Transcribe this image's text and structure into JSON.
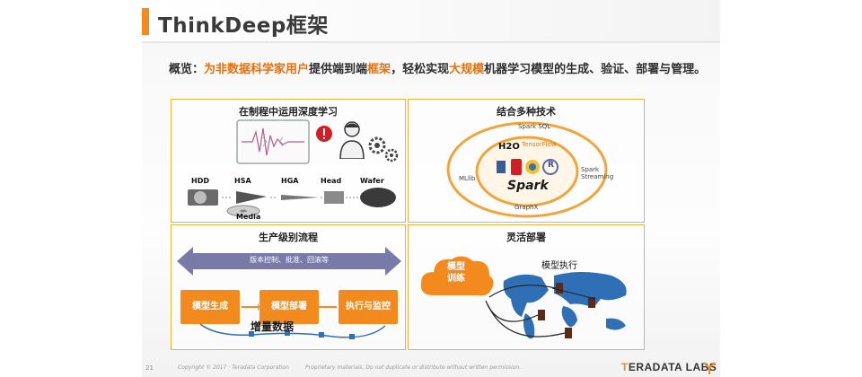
{
  "slide": {
    "title": "ThinkDeep框架",
    "overview": [
      {
        "text": "概览：",
        "hl": false
      },
      {
        "text": "为非数据科学家用户",
        "hl": true
      },
      {
        "text": "提供端到端",
        "hl": false
      },
      {
        "text": "框架",
        "hl": true
      },
      {
        "text": "，轻松实现",
        "hl": false
      },
      {
        "text": "大规模",
        "hl": true
      },
      {
        "text": "机器学习模型的生成、验证、部署与管理。",
        "hl": false
      }
    ]
  },
  "panels": {
    "manufacturing": {
      "title": "在制程中运用深度学习",
      "parts": [
        "HDD",
        "HSA",
        "HGA",
        "Head",
        "Wafer"
      ],
      "media": "Media"
    },
    "tech": {
      "title": "结合多种技术",
      "items": {
        "spark_sql": "Spark SQL",
        "h2o": "H2O",
        "tensorflow": "TensorFlow",
        "mllib": "MLlib",
        "streaming": "Spark Streaming",
        "spark": "Spark",
        "graphx": "GraphX",
        "r": "R"
      }
    },
    "process": {
      "title": "生产级别流程",
      "band_text": "版本控制、批准、回滚等",
      "steps": [
        "模型生成",
        "模型部署",
        "执行与监控"
      ],
      "handwriting": "增量数据"
    },
    "deploy": {
      "title": "灵活部署",
      "cloud_label_line1": "模型",
      "cloud_label_line2": "训练",
      "exec_label": "模型执行"
    }
  },
  "footer": {
    "page_number": "21",
    "copyright": "Copyright © 2017 · Teradata Corporation",
    "proprietary": "Proprietary materials. Do not duplicate or distribute without written permission.",
    "logo_prefix": "T",
    "logo_rest": "ERADATA LABS"
  },
  "colors": {
    "accent": "#f28a1d",
    "panel_border": "#f2b23a",
    "arrow": "#7a7aa8",
    "map": "#2f6fb5"
  }
}
